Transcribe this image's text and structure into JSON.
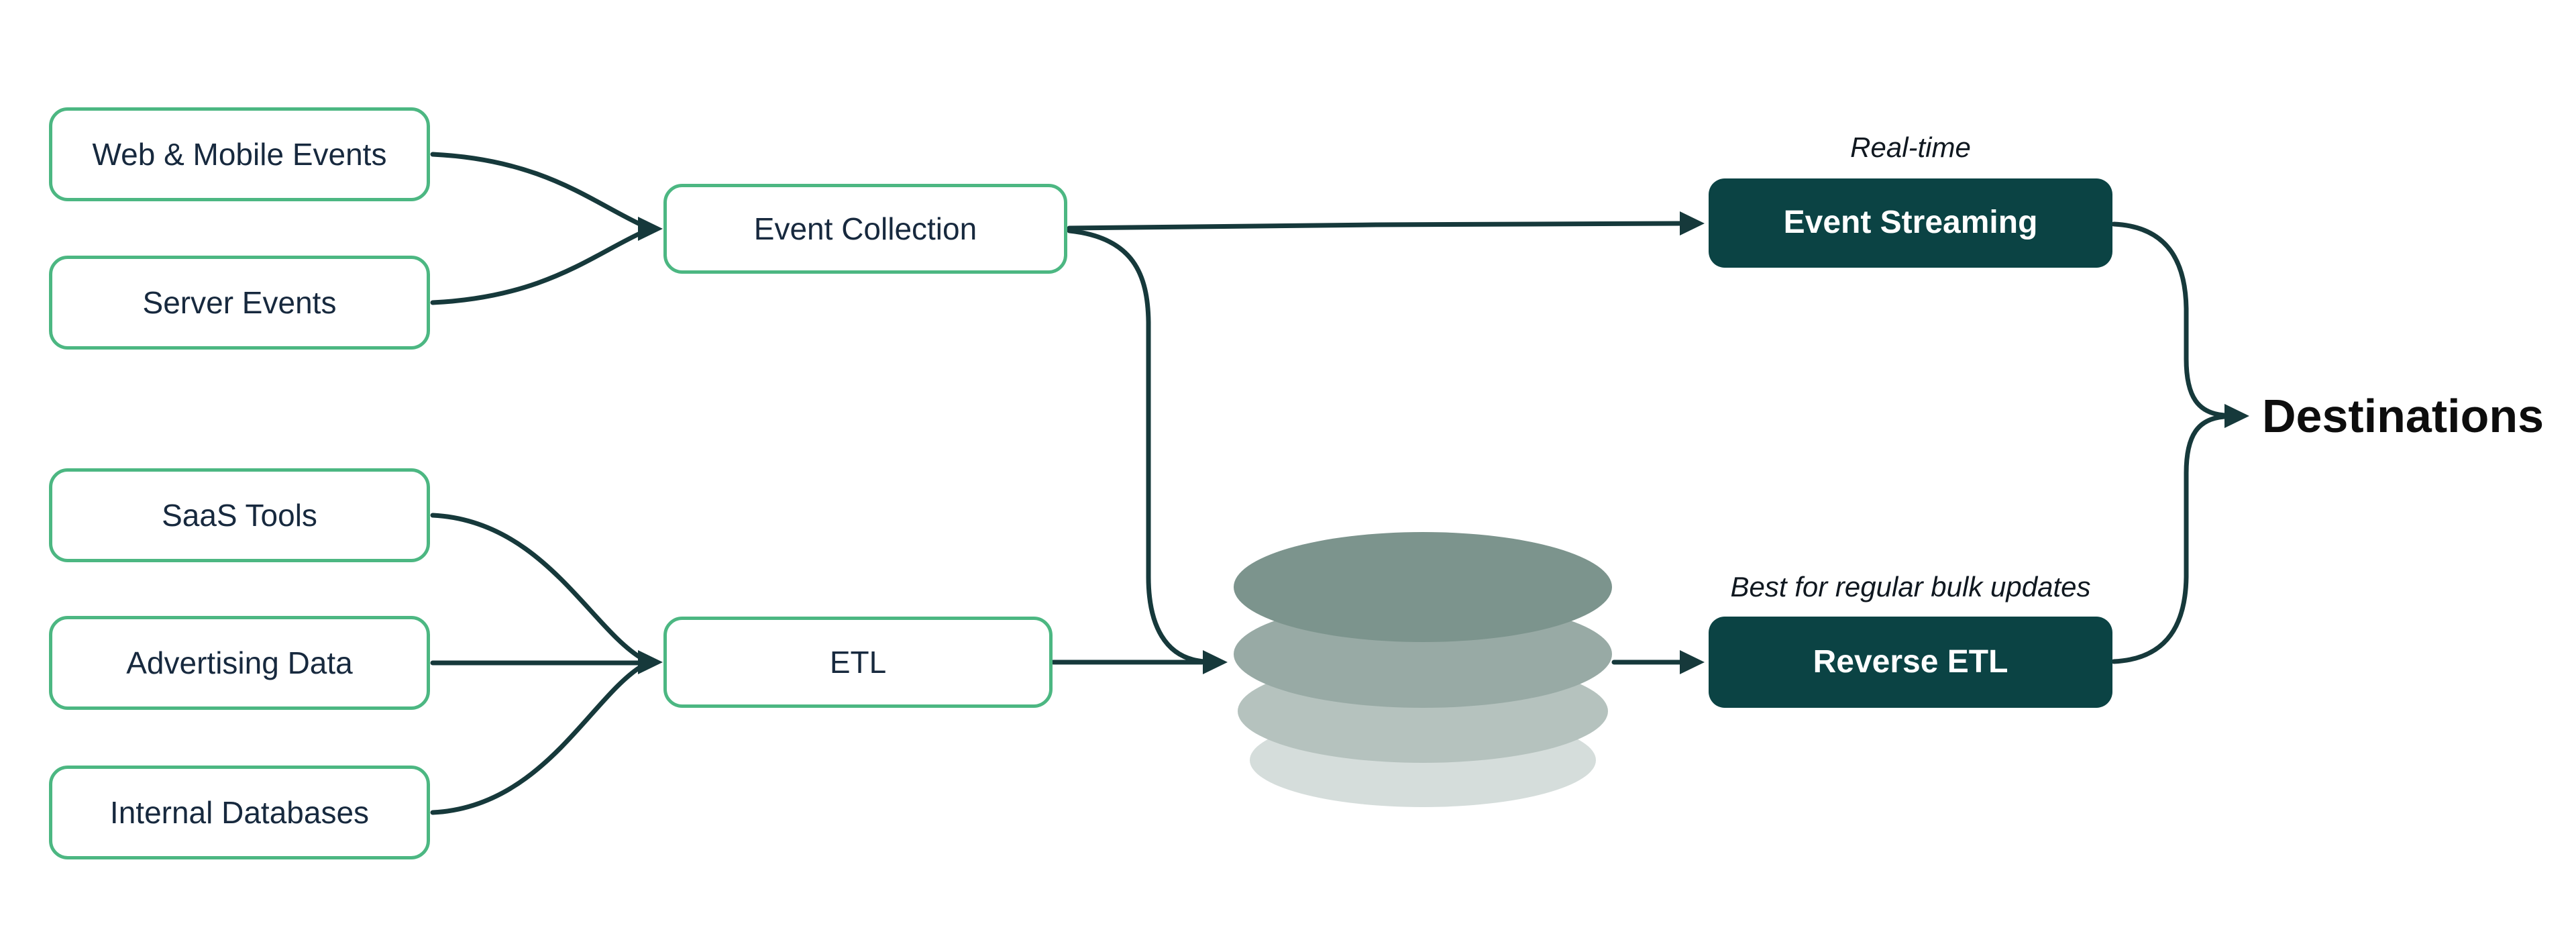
{
  "diagram": {
    "sources_top": [
      "Web & Mobile Events",
      "Server Events"
    ],
    "sources_bottom": [
      "SaaS Tools",
      "Advertising Data",
      "Internal Databases"
    ],
    "nodes": {
      "event_collection": "Event Collection",
      "etl": "ETL",
      "event_streaming": "Event Streaming",
      "reverse_etl": "Reverse ETL",
      "destinations": "Destinations"
    },
    "annotations": {
      "real_time": "Real-time",
      "bulk_updates": "Best for regular bulk updates"
    },
    "icons": {
      "warehouse": "database-cylinder-icon"
    },
    "colors": {
      "source_border": "#4CB782",
      "node_text": "#17293E",
      "dark_box_bg": "#0B4344",
      "dark_box_text": "#FFFFFF",
      "arrow": "#16393B",
      "db_disk_1": "#7C948D",
      "db_disk_2": "#98AAA5",
      "db_disk_3": "#B5C2BE",
      "db_disk_4": "#D5DDDB"
    }
  }
}
